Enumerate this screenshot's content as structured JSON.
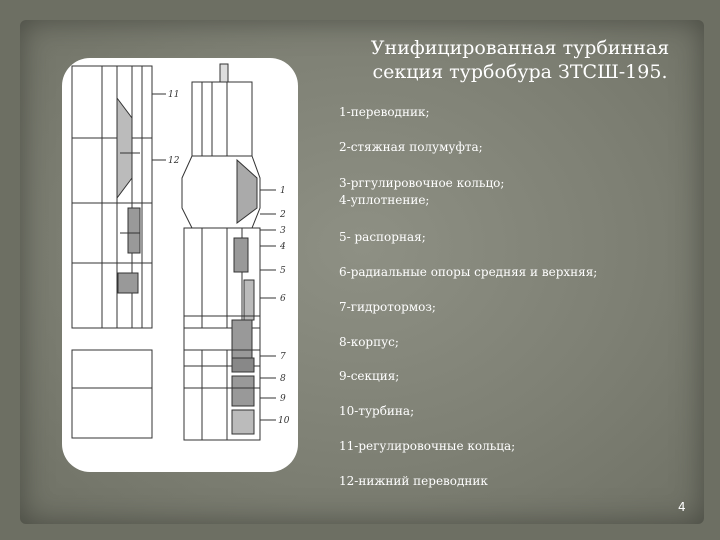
{
  "title": {
    "line1": "Унифицированная турбинная",
    "line2": "секция турбобура ЗТСШ-195."
  },
  "figure": {
    "callout_numbers": [
      "1",
      "2",
      "3",
      "4",
      "5",
      "6",
      "7",
      "8",
      "9",
      "10"
    ],
    "left_labels": [
      "11",
      "12"
    ]
  },
  "items": [
    "1-переводник;",
    "2-стяжная полумуфта;",
    "3-рггулировочное кольцо;",
    "4-уплотнение;",
    "5- распорная;",
    "6-радиальные опоры средняя и верхняя;",
    "7-гидротормоз;",
    "8-корпус;",
    "9-секция;",
    "10-турбина;",
    "11-регулировочные кольца;",
    "12-нижний переводник"
  ],
  "page_number": "4"
}
